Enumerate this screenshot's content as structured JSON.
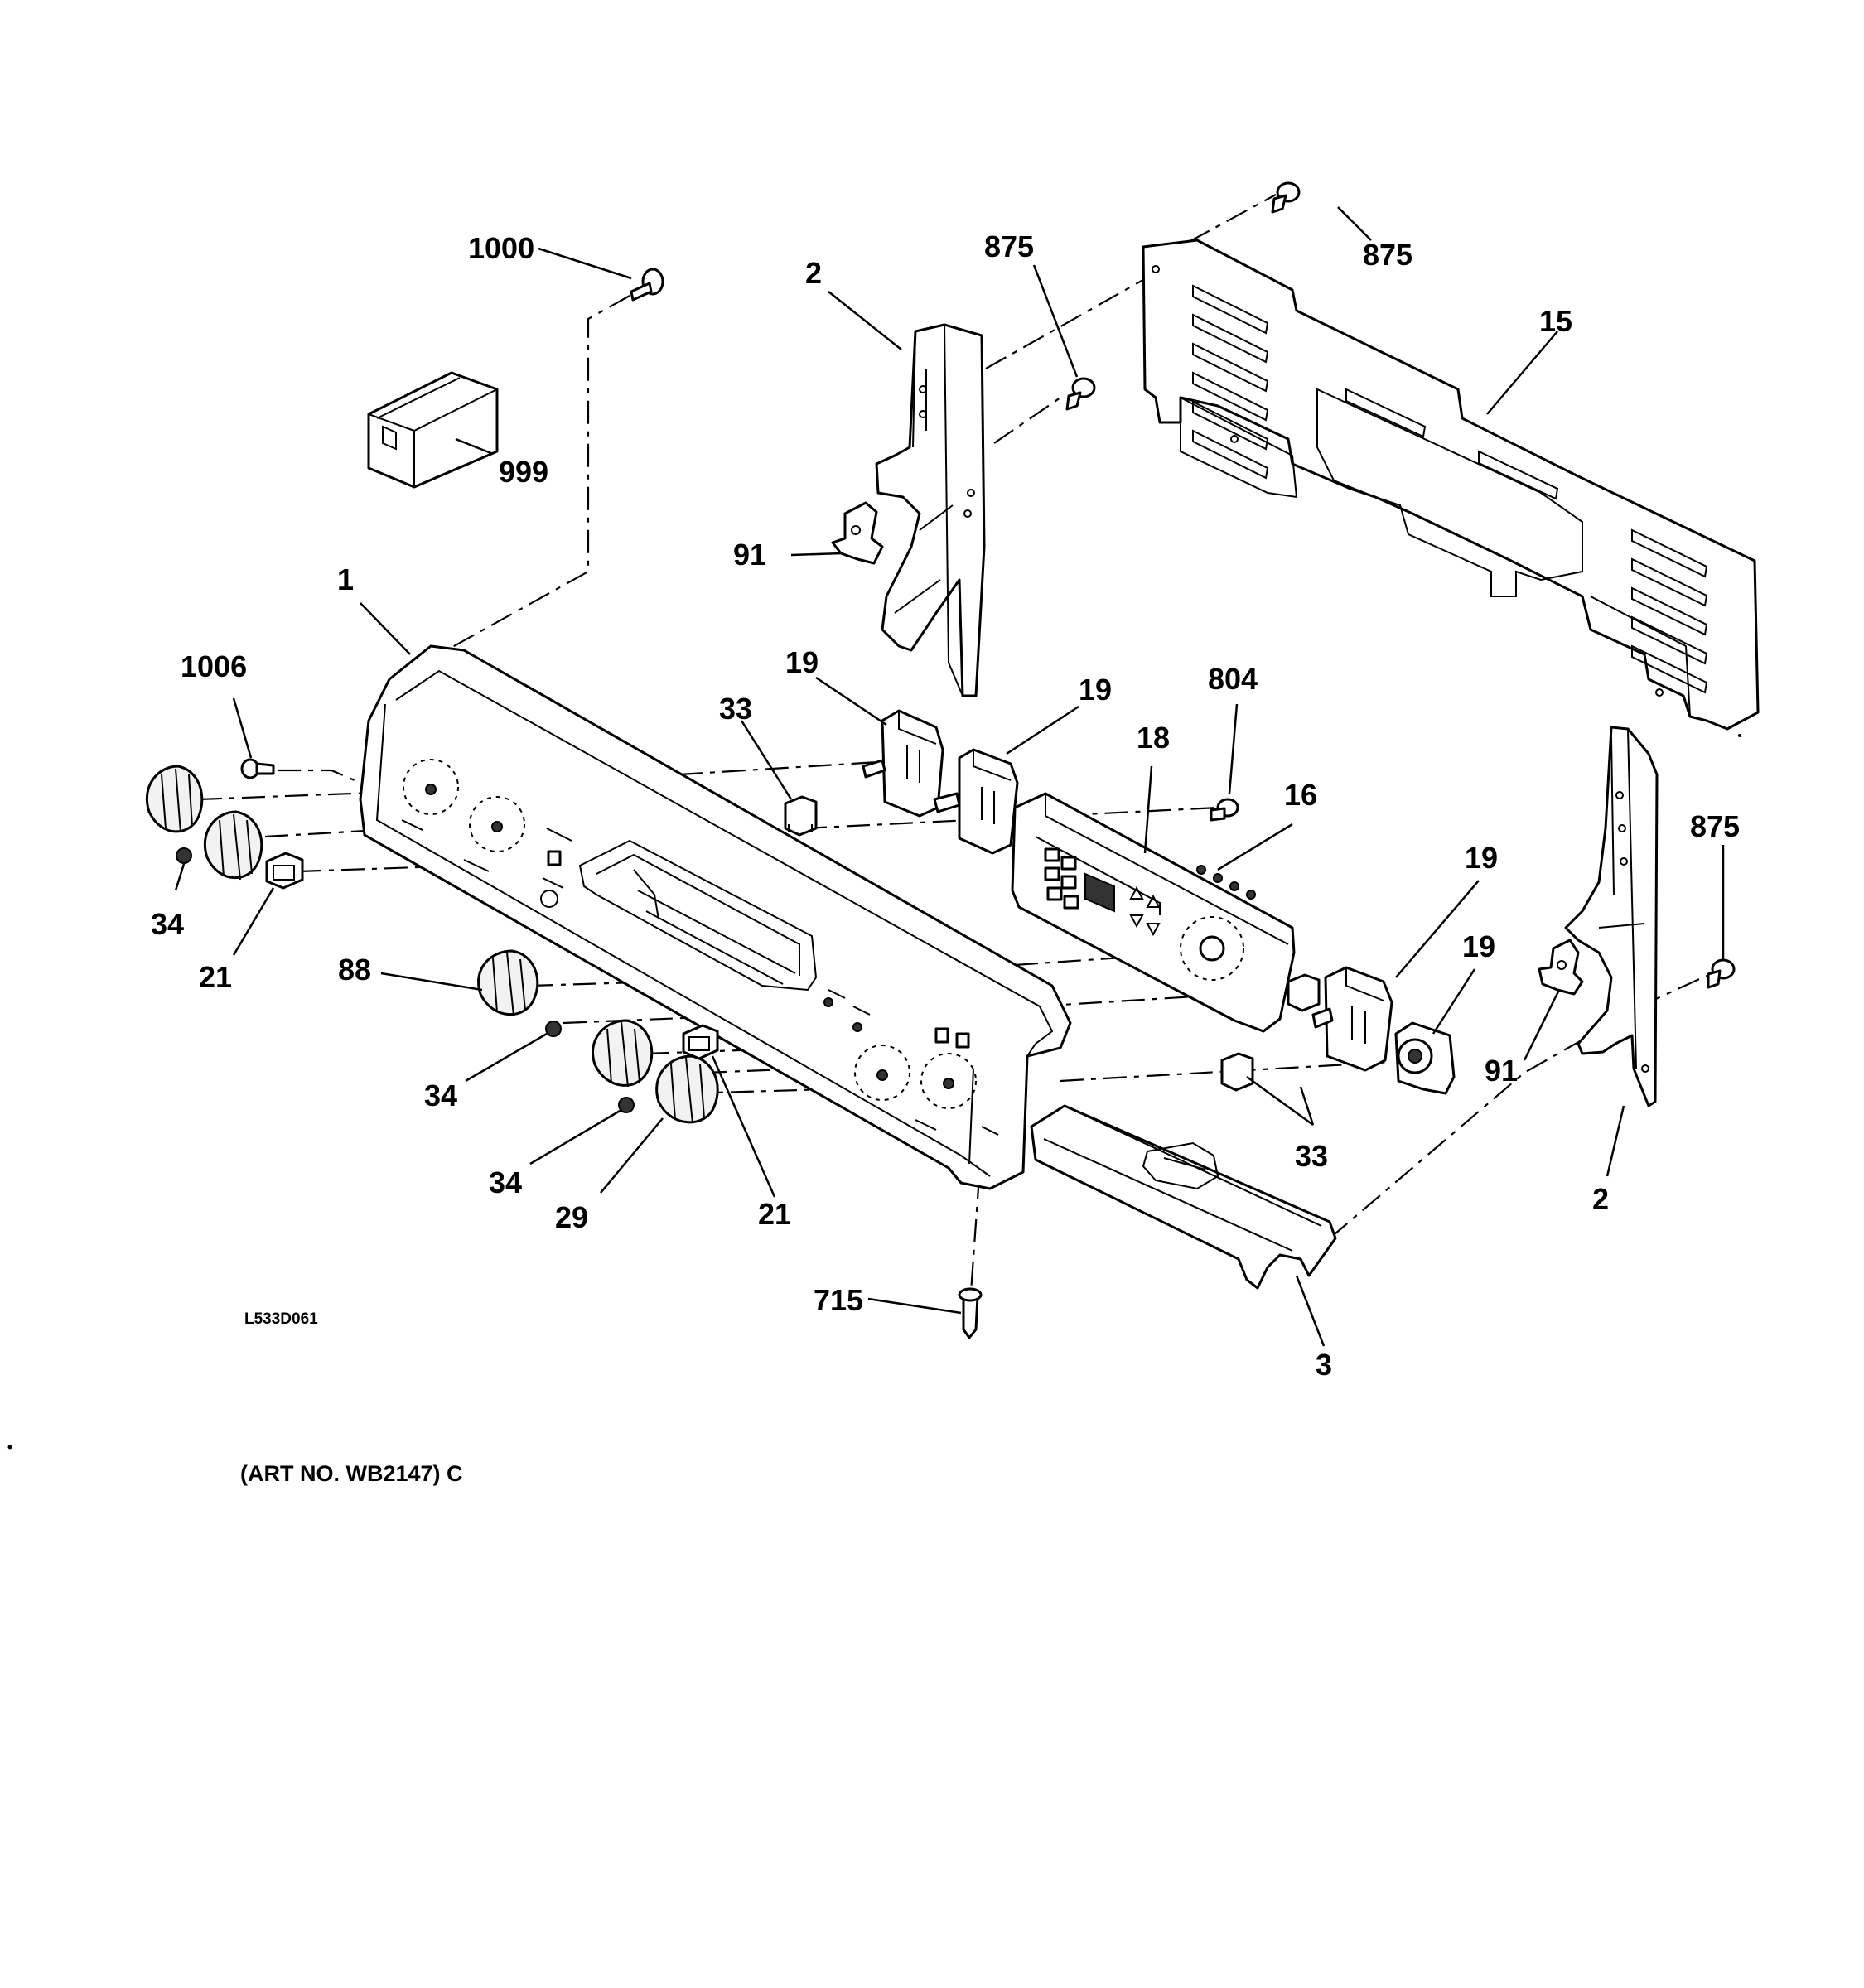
{
  "diagram_code": "L533D061",
  "art_number": "(ART NO. WB2147) C",
  "callouts": {
    "c1000": "1000",
    "c999": "999",
    "c2_top": "2",
    "c91_top": "91",
    "c875_a": "875",
    "c875_b": "875",
    "c15": "15",
    "c1": "1",
    "c1006": "1006",
    "c19_a": "19",
    "c19_b": "19",
    "c33_top": "33",
    "c804": "804",
    "c18": "18",
    "c16": "16",
    "c875_c": "875",
    "c34_a": "34",
    "c21_a": "21",
    "c19_c": "19",
    "c19_d": "19",
    "c91_right": "91",
    "c88": "88",
    "c34_b": "34",
    "c33_bottom": "33",
    "c2_right": "2",
    "c34_c": "34",
    "c29": "29",
    "c21_b": "21",
    "c715": "715",
    "c3": "3"
  }
}
